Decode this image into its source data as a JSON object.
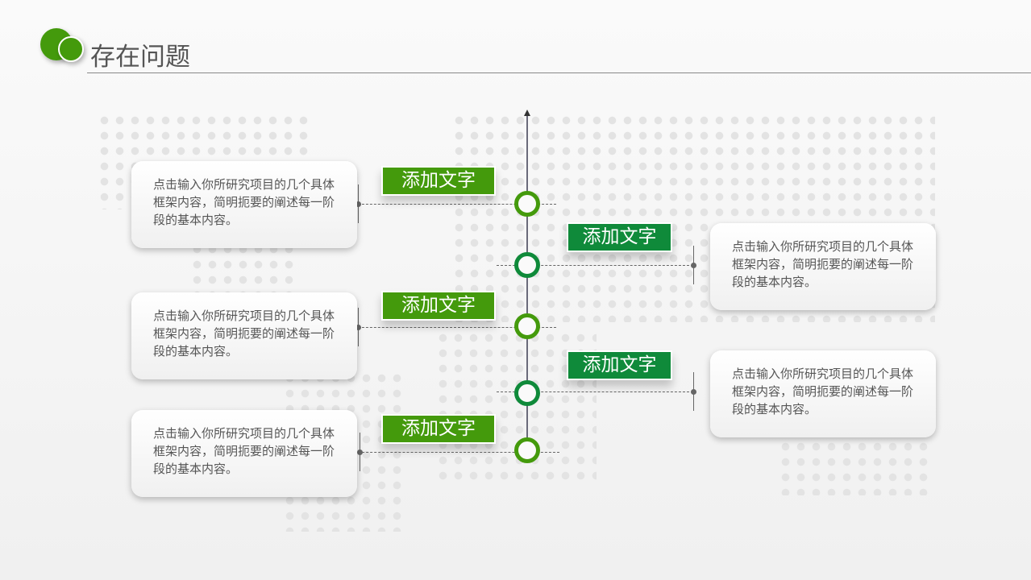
{
  "header": {
    "title": "存在问题"
  },
  "timeline": {
    "left": [
      {
        "label": "添加文字",
        "text": "点击输入你所研究项目的几个具体框架内容，简明扼要的阐述每一阶段的基本内容。"
      },
      {
        "label": "添加文字",
        "text": "点击输入你所研究项目的几个具体框架内容，简明扼要的阐述每一阶段的基本内容。"
      },
      {
        "label": "添加文字",
        "text": "点击输入你所研究项目的几个具体框架内容，简明扼要的阐述每一阶段的基本内容。"
      }
    ],
    "right": [
      {
        "label": "添加文字",
        "text": "点击输入你所研究项目的几个具体框架内容，简明扼要的阐述每一阶段的基本内容。"
      },
      {
        "label": "添加文字",
        "text": "点击输入你所研究项目的几个具体框架内容，简明扼要的阐述每一阶段的基本内容。"
      }
    ]
  },
  "colors": {
    "green_light": "#449a0c",
    "green_dark": "#0f8a3a"
  }
}
